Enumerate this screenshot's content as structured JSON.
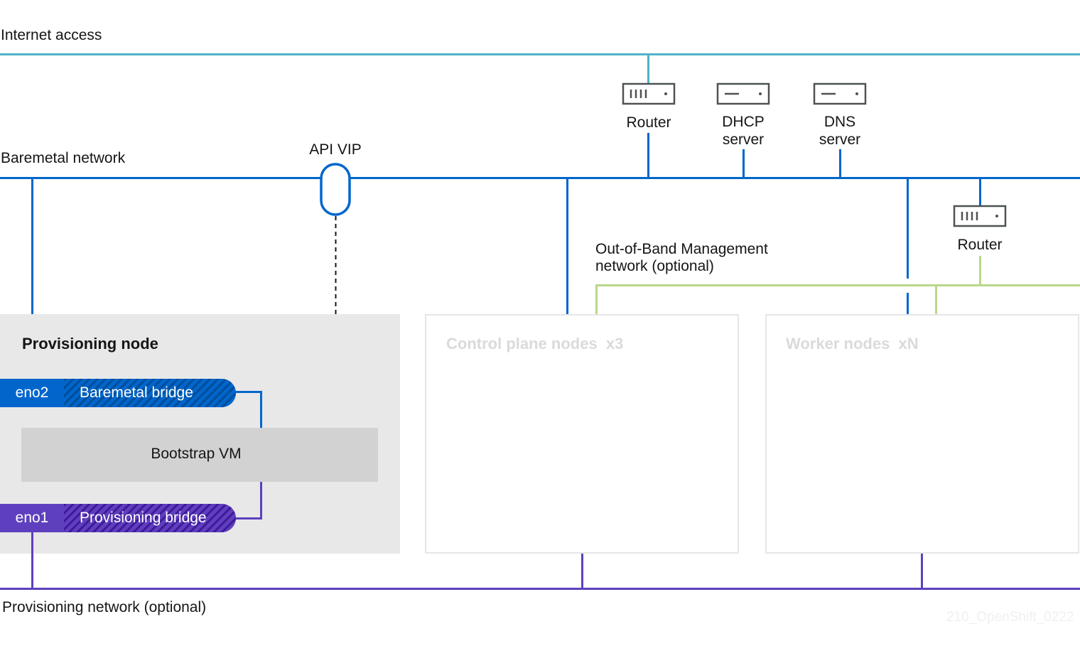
{
  "networks": {
    "internet": "Internet access",
    "baremetal": "Baremetal network",
    "oob": "Out-of-Band Management network (optional)",
    "oob_line1": "Out-of-Band Management",
    "oob_line2": "network (optional)",
    "provisioning": "Provisioning network (optional)"
  },
  "devices": {
    "router_top": "Router",
    "dhcp_line1": "DHCP",
    "dhcp_line2": "server",
    "dns_line1": "DNS",
    "dns_line2": "server",
    "router_oob": "Router",
    "api_vip": "API VIP"
  },
  "provisioning_node": {
    "title": "Provisioning node",
    "eno2": "eno2",
    "baremetal_bridge": "Baremetal bridge",
    "bootstrap_vm": "Bootstrap VM",
    "eno1": "eno1",
    "provisioning_bridge": "Provisioning bridge"
  },
  "nodes": {
    "control_plane": "Control plane nodes  x3",
    "workers": "Worker nodes  xN"
  },
  "watermark": "210_OpenShift_0222",
  "colors": {
    "internet": "#4fb3c8",
    "baremetal": "#0066cc",
    "provisioning": "#5e40be",
    "oob": "#b9d88a",
    "device": "#4f5255",
    "panel": "#e8e8e8",
    "vm": "#d2d2d2"
  },
  "icons": [
    "router-icon",
    "server-icon",
    "vip-icon",
    "arrow-down-icon"
  ]
}
